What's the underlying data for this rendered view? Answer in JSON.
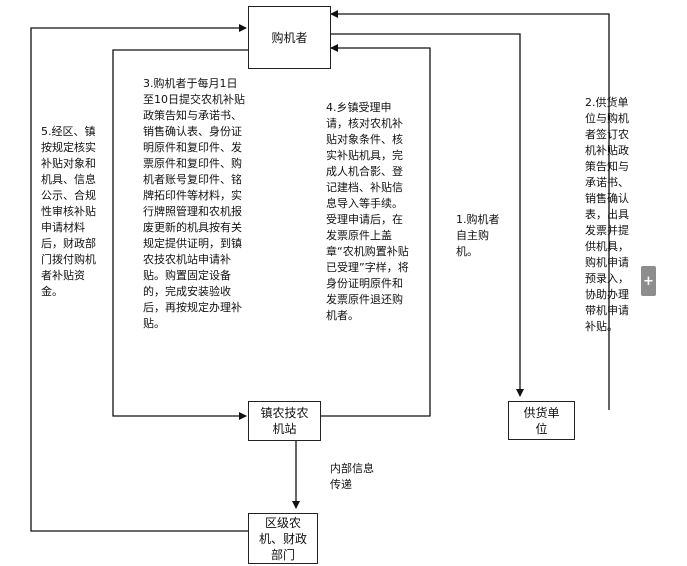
{
  "nodes": {
    "buyer": "购机者",
    "town_station": "镇农技农机站",
    "district_dept": "区级农机、财政部门",
    "supplier": "供货单位"
  },
  "labels": {
    "step1": "1.购机者自主购机。",
    "step2": "2.供货单位与购机者签订农机补贴政策告知与承诺书、销售确认表，出具发票并提供机具，购机申请预录入，协助办理带机申请补贴。",
    "step3": "3.购机者于每月1日至10日提交农机补贴政策告知与承诺书、销售确认表、身份证明原件和复印件、发票原件和复印件、购机者账号复印件、铭牌拓印件等材料，实行牌照管理和农机报废更新的机具按有关规定提供证明，到镇农技农机站申请补贴。购置固定设备的，完成安装验收后，再按规定办理补贴。",
    "step4": "4.乡镇受理申请，核对农机补贴对象条件、核实补贴机具，完成人机合影、登记建档、补贴信息导入等手续。受理申请后，在发票原件上盖章“农机购置补贴已受理”字样，将身份证明原件和发票原件退还购机者。",
    "step5": "5.经区、镇按规定核实补贴对象和机具、信息公示、合规性审核补贴申请材料后，财政部门拨付购机者补贴资金。",
    "internal": "内部信息传递"
  },
  "ui": {
    "expand_button": "+"
  }
}
